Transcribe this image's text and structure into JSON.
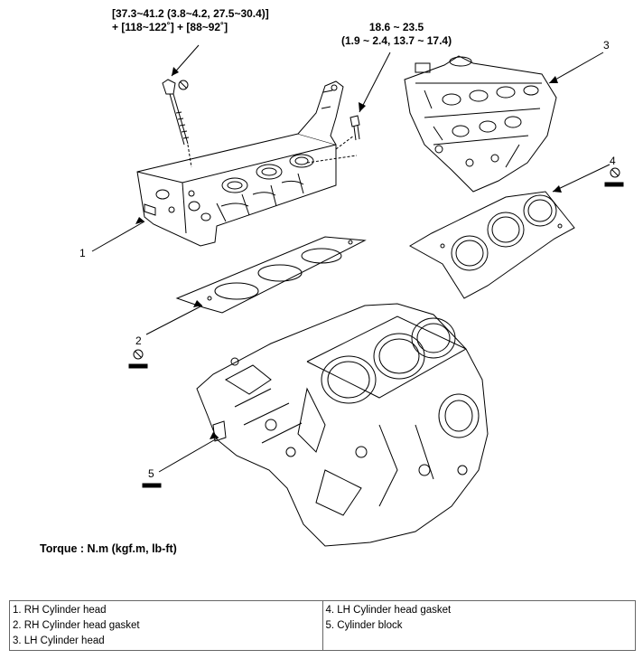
{
  "torque_spec_1": {
    "line1": "[37.3~41.2 (3.8~4.2, 27.5~30.4)]",
    "line2": "+ [118~122˚] + [88~92˚]"
  },
  "torque_spec_2": {
    "line1": "18.6 ~ 23.5",
    "line2": "(1.9 ~ 2.4, 13.7 ~ 17.4)"
  },
  "callouts": [
    "1",
    "2",
    "3",
    "4",
    "5"
  ],
  "torque_unit_note": "Torque : N.m (kgf.m, lb-ft)",
  "legend": {
    "left": [
      "1. RH Cylinder head",
      "2. RH Cylinder head gasket",
      "3. LH Cylinder head"
    ],
    "right": [
      "4. LH Cylinder head gasket",
      "5. Cylinder block"
    ]
  }
}
